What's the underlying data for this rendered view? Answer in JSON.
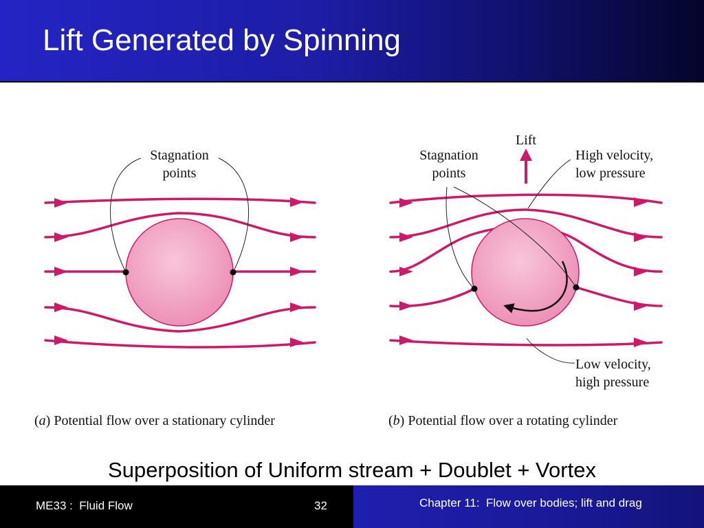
{
  "slide": {
    "title": "Lift Generated by Spinning",
    "subtitle": "Superposition of Uniform stream + Doublet + Vortex"
  },
  "figure": {
    "panel_a": {
      "label_stagnation_1": "Stagnation",
      "label_stagnation_2": "points",
      "caption_letter": "a",
      "caption_text": "Potential flow over a stationary cylinder"
    },
    "panel_b": {
      "label_stagnation_1": "Stagnation",
      "label_stagnation_2": "points",
      "label_lift": "Lift",
      "label_high_1": "High velocity,",
      "label_high_2": "low pressure",
      "label_low_1": "Low velocity,",
      "label_low_2": "high pressure",
      "caption_letter": "b",
      "caption_text": "Potential flow over a rotating cylinder"
    }
  },
  "footer": {
    "course": "ME33 :  Fluid Flow",
    "page": "32",
    "chapter": "Chapter 11:  Flow over bodies; lift and drag"
  },
  "colors": {
    "streamline": "#cc1a6a",
    "cylinder": "#f0a0c0",
    "title_bar": "#2424c4"
  }
}
